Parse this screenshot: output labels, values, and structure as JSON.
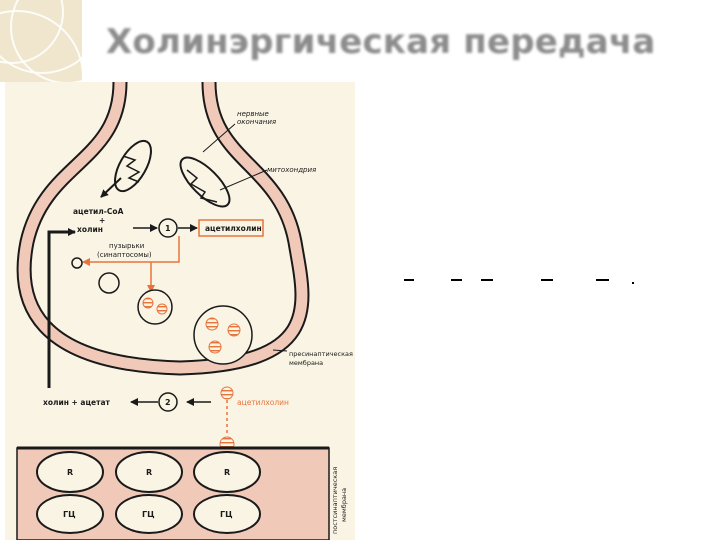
{
  "slide": {
    "title": "Холинэргическая передача"
  },
  "figure": {
    "labels": {
      "nerve_endings_1": "нервные",
      "nerve_endings_2": "окончания",
      "mitochondria": "митохондрия",
      "acetyl_coa": "ацетил-СоА",
      "plus": "+",
      "choline": "холин",
      "step1": "1",
      "acetylcholine_box": "ацетилхолин",
      "vesicles_1": "пузырьки",
      "vesicles_2": "(синаптосомы)",
      "presynaptic_1": "пресинаптическая",
      "presynaptic_2": "мембрана",
      "choline_acetate": "холин + ацетат",
      "step2": "2",
      "acetylcholine_free": "ацетилхолин",
      "receptor_1": "R",
      "receptor_2": "R",
      "receptor_3": "R",
      "gc_1": "ГЦ",
      "gc_2": "ГЦ",
      "gc_3": "ГЦ",
      "postsynaptic_1": "постсинаптическая",
      "postsynaptic_2": "мембрана"
    },
    "colors": {
      "background": "#f9f4e4",
      "membrane_fill": "#f1c9b8",
      "line": "#1a1a1a",
      "accent": "#e8743d"
    }
  }
}
